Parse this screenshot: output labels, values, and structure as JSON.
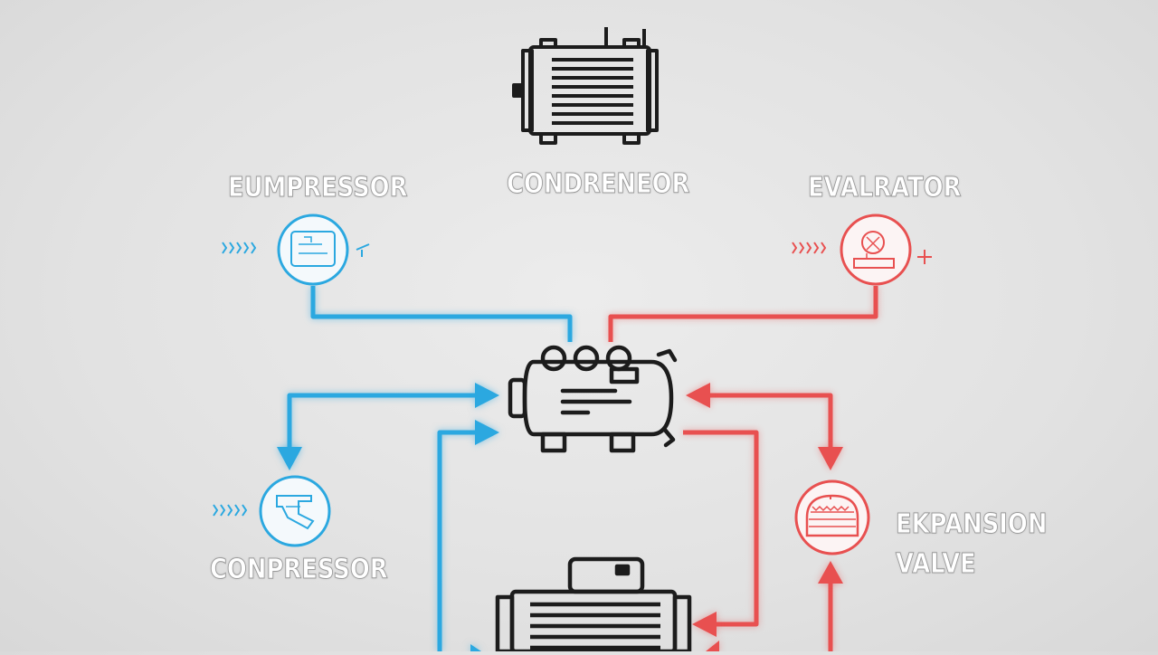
{
  "labels": {
    "compressor_top": "EUMPRESSOR",
    "condenser": "CONDRENEOR",
    "evaporator": "EVALRATOR",
    "compressor_bottom": "CONPRESSOR",
    "expansion_line1": "EKPANSION",
    "expansion_line2": "VALVE"
  },
  "colors": {
    "cold_line": "#2ba8e0",
    "hot_line": "#e85050",
    "icon_stroke": "#1c1c1c",
    "background": "#e4e4e4"
  },
  "icons": [
    "condenser-unit-icon",
    "compressor-unit-icon",
    "radiator-unit-icon",
    "pressure-gauge-icon",
    "thermostat-icon",
    "valve-icon",
    "expansion-valve-icon"
  ]
}
